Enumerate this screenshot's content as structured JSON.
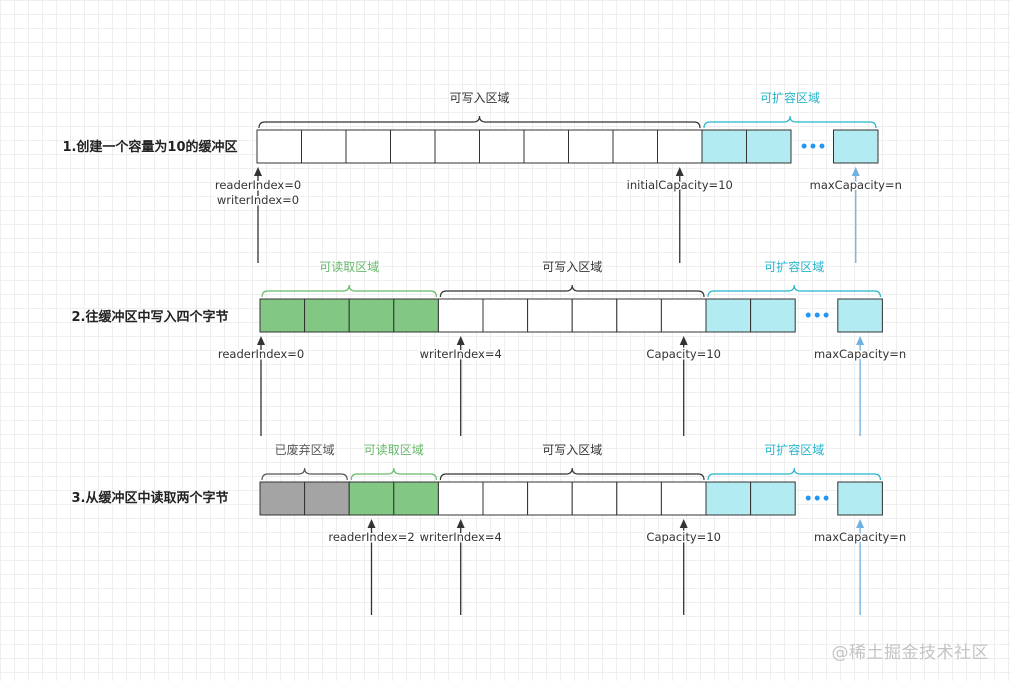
{
  "colors": {
    "readable": "#82c784",
    "discarded": "#a4a4a4",
    "expandable": "#b2ebf2",
    "region_writable": "#333333",
    "region_readable": "#66bb6a",
    "region_discarded": "#555555",
    "region_expandable": "#26b5cc",
    "arrow_black": "#333333",
    "arrow_blue": "#6fb1e0",
    "dots": "#2196f3"
  },
  "sections": [
    {
      "title": "1.创建一个容量为10的缓冲区",
      "cells": [
        "white",
        "white",
        "white",
        "white",
        "white",
        "white",
        "white",
        "white",
        "white",
        "white"
      ],
      "expandable_cells": 2,
      "dots": "•••",
      "regions": [
        {
          "label": "可写入区域",
          "kind": "writable",
          "from": 0,
          "to": 10
        },
        {
          "label": "可扩容区域",
          "kind": "expandable",
          "from": 10,
          "to": 13
        }
      ],
      "pointers": [
        {
          "label": "readerIndex=0\nwriterIndex=0",
          "at": 0,
          "color": "black"
        },
        {
          "label": "initialCapacity=10",
          "at": 9.5,
          "color": "black"
        },
        {
          "label": "maxCapacity=n",
          "at": 12.5,
          "color": "blue"
        }
      ]
    },
    {
      "title": "2.往缓冲区中写入四个字节",
      "cells": [
        "readable",
        "readable",
        "readable",
        "readable",
        "white",
        "white",
        "white",
        "white",
        "white",
        "white"
      ],
      "expandable_cells": 2,
      "dots": "•••",
      "regions": [
        {
          "label": "可读取区域",
          "kind": "readable",
          "from": 0,
          "to": 4
        },
        {
          "label": "可写入区域",
          "kind": "writable",
          "from": 4,
          "to": 10
        },
        {
          "label": "可扩容区域",
          "kind": "expandable",
          "from": 10,
          "to": 13
        }
      ],
      "pointers": [
        {
          "label": "readerIndex=0",
          "at": 0,
          "color": "black"
        },
        {
          "label": "writerIndex=4",
          "at": 4.5,
          "color": "black"
        },
        {
          "label": "Capacity=10",
          "at": 9.5,
          "color": "black"
        },
        {
          "label": "maxCapacity=n",
          "at": 12.5,
          "color": "blue"
        }
      ]
    },
    {
      "title": "3.从缓冲区中读取两个字节",
      "cells": [
        "discarded",
        "discarded",
        "readable",
        "readable",
        "white",
        "white",
        "white",
        "white",
        "white",
        "white"
      ],
      "expandable_cells": 2,
      "dots": "•••",
      "regions": [
        {
          "label": "已废弃区域",
          "kind": "discarded",
          "from": 0,
          "to": 2
        },
        {
          "label": "可读取区域",
          "kind": "readable",
          "from": 2,
          "to": 4
        },
        {
          "label": "可写入区域",
          "kind": "writable",
          "from": 4,
          "to": 10
        },
        {
          "label": "可扩容区域",
          "kind": "expandable",
          "from": 10,
          "to": 13
        }
      ],
      "pointers": [
        {
          "label": "readerIndex=2",
          "at": 2.5,
          "color": "black"
        },
        {
          "label": "writerIndex=4",
          "at": 4.5,
          "color": "black"
        },
        {
          "label": "Capacity=10",
          "at": 9.5,
          "color": "black"
        },
        {
          "label": "maxCapacity=n",
          "at": 12.5,
          "color": "blue"
        }
      ]
    }
  ],
  "watermark": "@稀土掘金技术社区"
}
